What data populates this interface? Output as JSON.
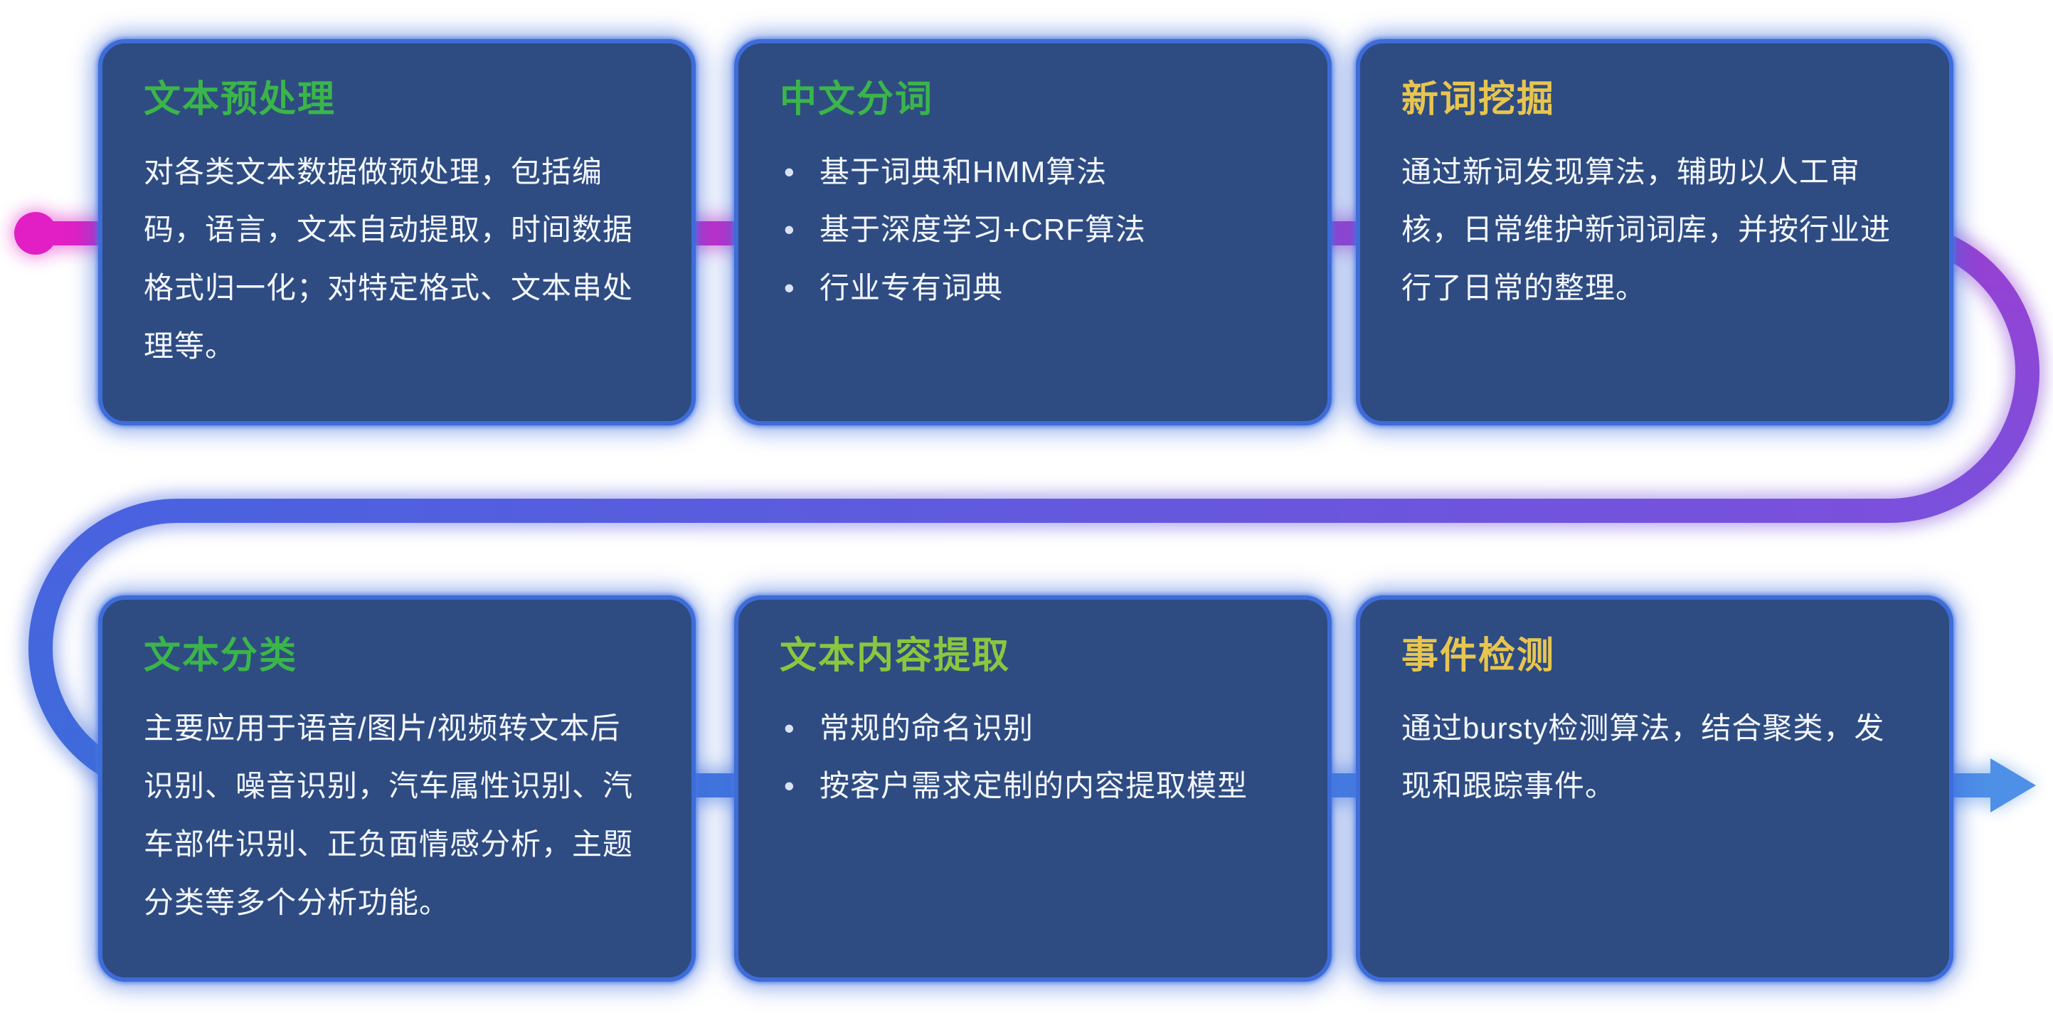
{
  "page": {
    "background": "#ffffff",
    "description_labels": {}
  },
  "flow": {
    "colors": {
      "dot": "#E21FC4",
      "magenta": "#E21FC4",
      "purple": "#9940D2",
      "violet": "#7A50DC",
      "blue_mid": "#4A62DF",
      "blue": "#3E6CDB",
      "arrow": "#4E8FE8",
      "card_background": "#2E4C82",
      "card_border": "#3E6CD8"
    }
  },
  "cards": [
    {
      "title": "文本预处理",
      "title_color": "#3BB54A",
      "body": "对各类文本数据做预处理，包括编码，语言，文本自动提取，时间数据格式归一化；对特定格式、文本串处理等。"
    },
    {
      "title": "中文分词",
      "title_color": "#3BB54A",
      "bullets": [
        "基于词典和HMM算法",
        "基于深度学习+CRF算法",
        "行业专有词典"
      ]
    },
    {
      "title": "新词挖掘",
      "title_color": "#E7C54F",
      "body": "通过新词发现算法，辅助以人工审核，日常维护新词词库，并按行业进行了日常的整理。"
    },
    {
      "title": "文本分类",
      "title_color": "#3BB54A",
      "body": "主要应用于语音/图片/视频转文本后识别、噪音识别，汽车属性识别、汽车部件识别、正负面情感分析，主题分类等多个分析功能。"
    },
    {
      "title": "文本内容提取",
      "title_color": "#8CC63F",
      "bullets": [
        "常规的命名识别",
        "按客户需求定制的内容提取模型"
      ]
    },
    {
      "title": "事件检测",
      "title_color": "#E7C54F",
      "body": "通过bursty检测算法，结合聚类，发现和跟踪事件。"
    }
  ]
}
